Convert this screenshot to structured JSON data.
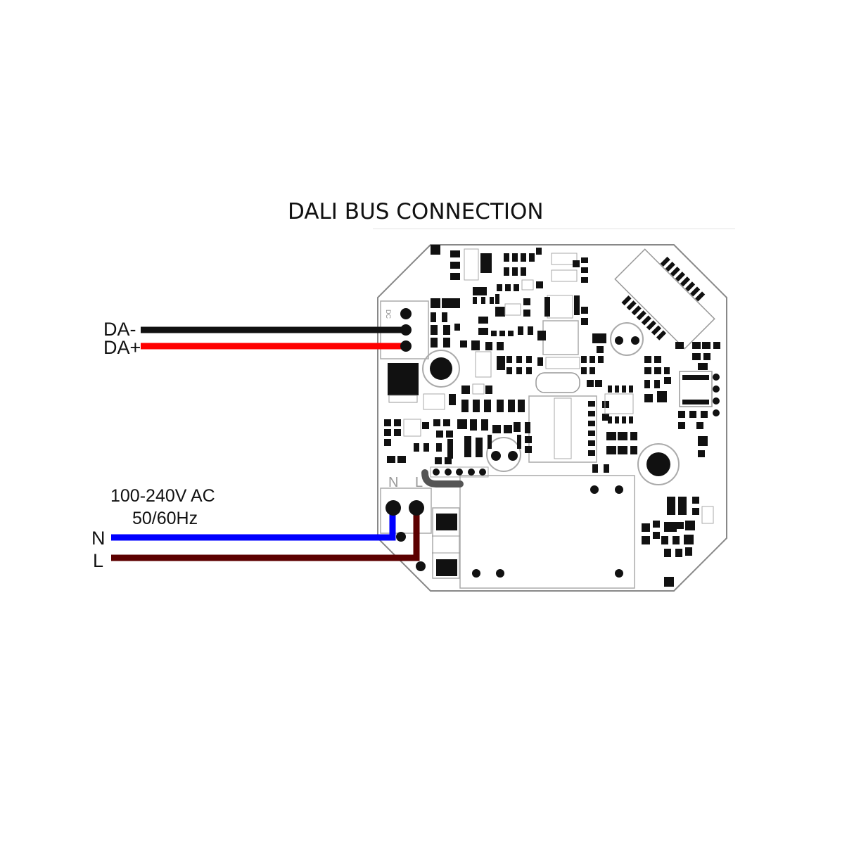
{
  "title": "DALI BUS CONNECTION",
  "wires": {
    "da_minus": {
      "label": "DA-",
      "color": "#111111"
    },
    "da_plus": {
      "label": "DA+",
      "color": "#ff0000"
    },
    "neutral": {
      "label": "N",
      "color": "#0000ff"
    },
    "live": {
      "label": "L",
      "color": "#5c0000"
    }
  },
  "power": {
    "voltage": "100-240V AC",
    "frequency": "50/60Hz"
  },
  "board": {
    "terminal_n": "N",
    "terminal_l": "L",
    "dc_mark": "DC"
  }
}
